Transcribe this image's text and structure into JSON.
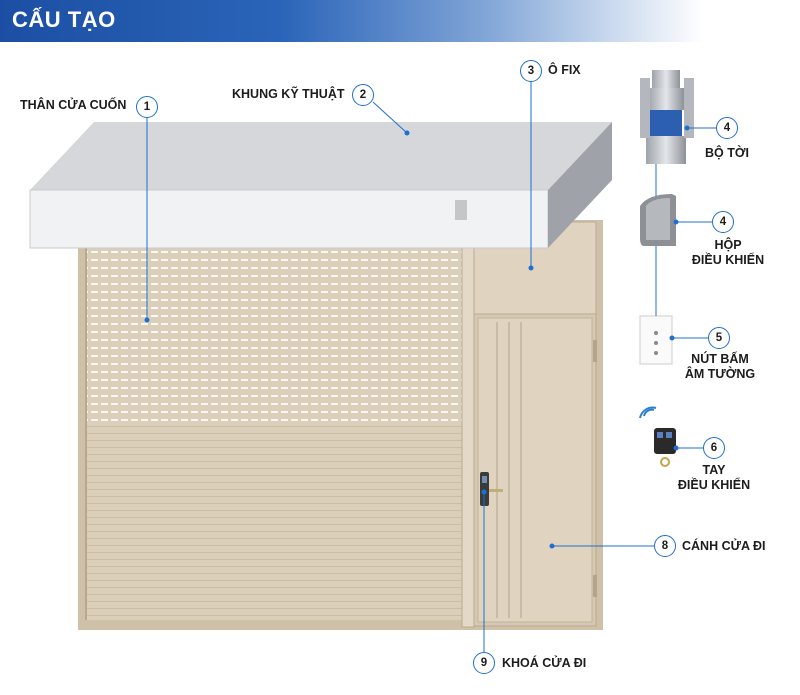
{
  "header": {
    "title": "CẤU TẠO"
  },
  "accent_color": "#1f6fd0",
  "parts": [
    {
      "number": "1",
      "label": "THÂN CỬA CUỐN"
    },
    {
      "number": "2",
      "label": "KHUNG KỸ THUẬT"
    },
    {
      "number": "3",
      "label": "Ô FIX"
    },
    {
      "number": "4",
      "label": "BỘ TỜI"
    },
    {
      "number": "4",
      "label_line1": "HỘP",
      "label_line2": "ĐIỀU KHIỂN"
    },
    {
      "number": "5",
      "label_line1": "NÚT BẤM",
      "label_line2": "ÂM TƯỜNG"
    },
    {
      "number": "6",
      "label_line1": "TAY",
      "label_line2": "ĐIỀU KHIỂN"
    },
    {
      "number": "8",
      "label": "CÁNH CỬA ĐI"
    },
    {
      "number": "9",
      "label": "KHOÁ CỬA ĐI"
    }
  ]
}
